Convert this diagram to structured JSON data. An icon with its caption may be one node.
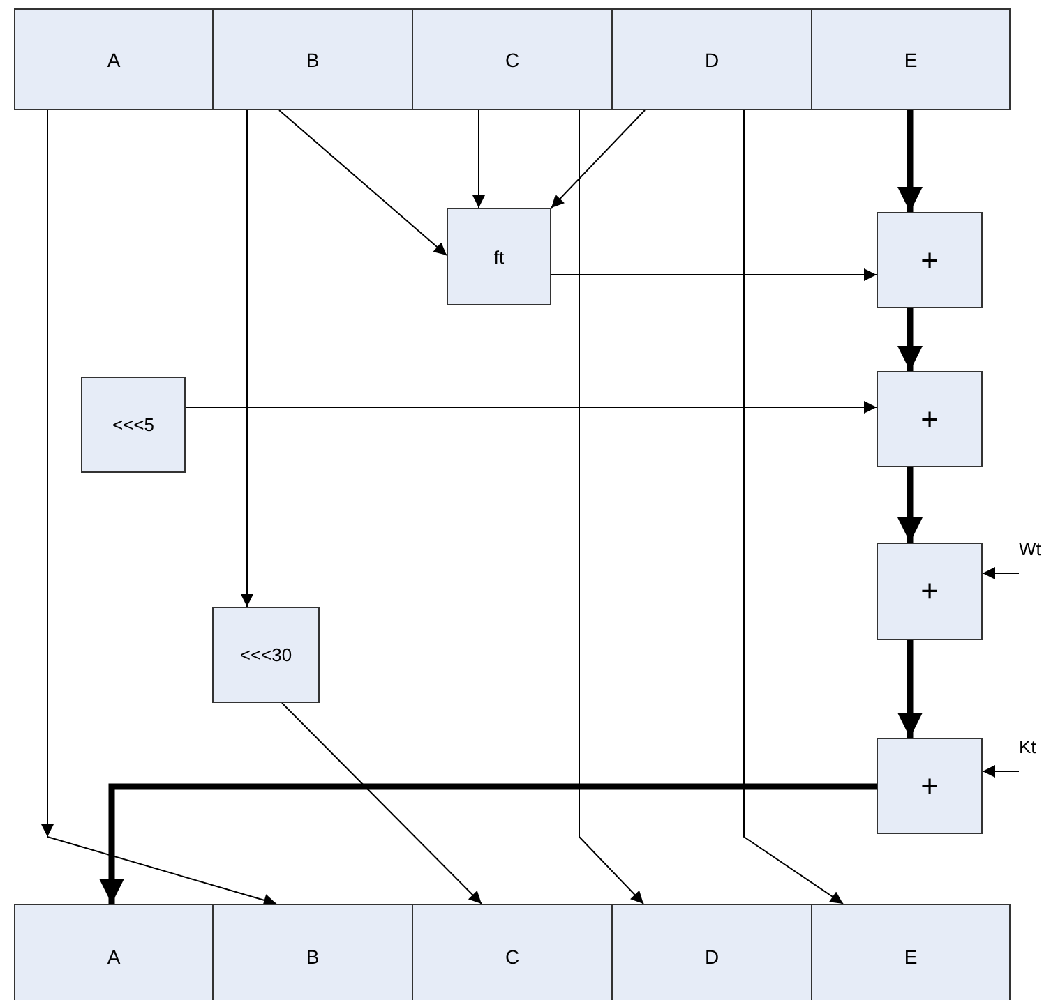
{
  "diagram": {
    "nodes": [
      {
        "text": [
          "A"
        ]
      },
      {
        "text": [
          "B"
        ]
      },
      {
        "text": [
          "C"
        ]
      },
      {
        "text": [
          "D"
        ]
      },
      {
        "text": [
          "E"
        ]
      },
      {
        "text": [
          "ft"
        ]
      },
      {
        "text": [
          "+"
        ]
      },
      {
        "text": [
          "<<<5"
        ]
      },
      {
        "text": [
          "+"
        ]
      },
      {
        "text": [
          "+"
        ]
      },
      {
        "text": [
          "Wt"
        ]
      },
      {
        "text": [
          "<<<30"
        ]
      },
      {
        "text": [
          "+"
        ]
      },
      {
        "text": [
          "Kt"
        ]
      },
      {
        "text": [
          "A"
        ]
      },
      {
        "text": [
          "B"
        ]
      },
      {
        "text": [
          "C"
        ]
      },
      {
        "text": [
          "D"
        ]
      },
      {
        "text": [
          "E"
        ]
      }
    ],
    "edges": [
      {
        "from": 0,
        "to": 15,
        "arrow": "to"
      },
      {
        "from": 1,
        "to": 11,
        "arrow": "to"
      },
      {
        "from": 1,
        "to": 5,
        "arrow": "to"
      },
      {
        "from": 2,
        "to": 5,
        "arrow": "to"
      },
      {
        "from": 3,
        "to": 5,
        "arrow": "to"
      },
      {
        "from": 4,
        "to": 6,
        "arrow": "to",
        "style": "thick"
      },
      {
        "from": 5,
        "to": 6,
        "arrow": "to"
      },
      {
        "from": 6,
        "to": 8,
        "arrow": "to",
        "style": "thick"
      },
      {
        "from": 7,
        "to": 8,
        "arrow": "to"
      },
      {
        "from": 8,
        "to": 9,
        "arrow": "to",
        "style": "thick"
      },
      {
        "from": 10,
        "to": 9,
        "arrow": "to"
      },
      {
        "from": 9,
        "to": 12,
        "arrow": "to",
        "style": "thick"
      },
      {
        "from": 13,
        "to": 12,
        "arrow": "to"
      },
      {
        "from": 12,
        "to": 14,
        "arrow": "to",
        "style": "thick"
      },
      {
        "from": 11,
        "to": 16,
        "arrow": "to"
      },
      {
        "from": 2,
        "to": 17,
        "arrow": "to"
      },
      {
        "from": 3,
        "to": 18,
        "arrow": "to"
      }
    ]
  }
}
